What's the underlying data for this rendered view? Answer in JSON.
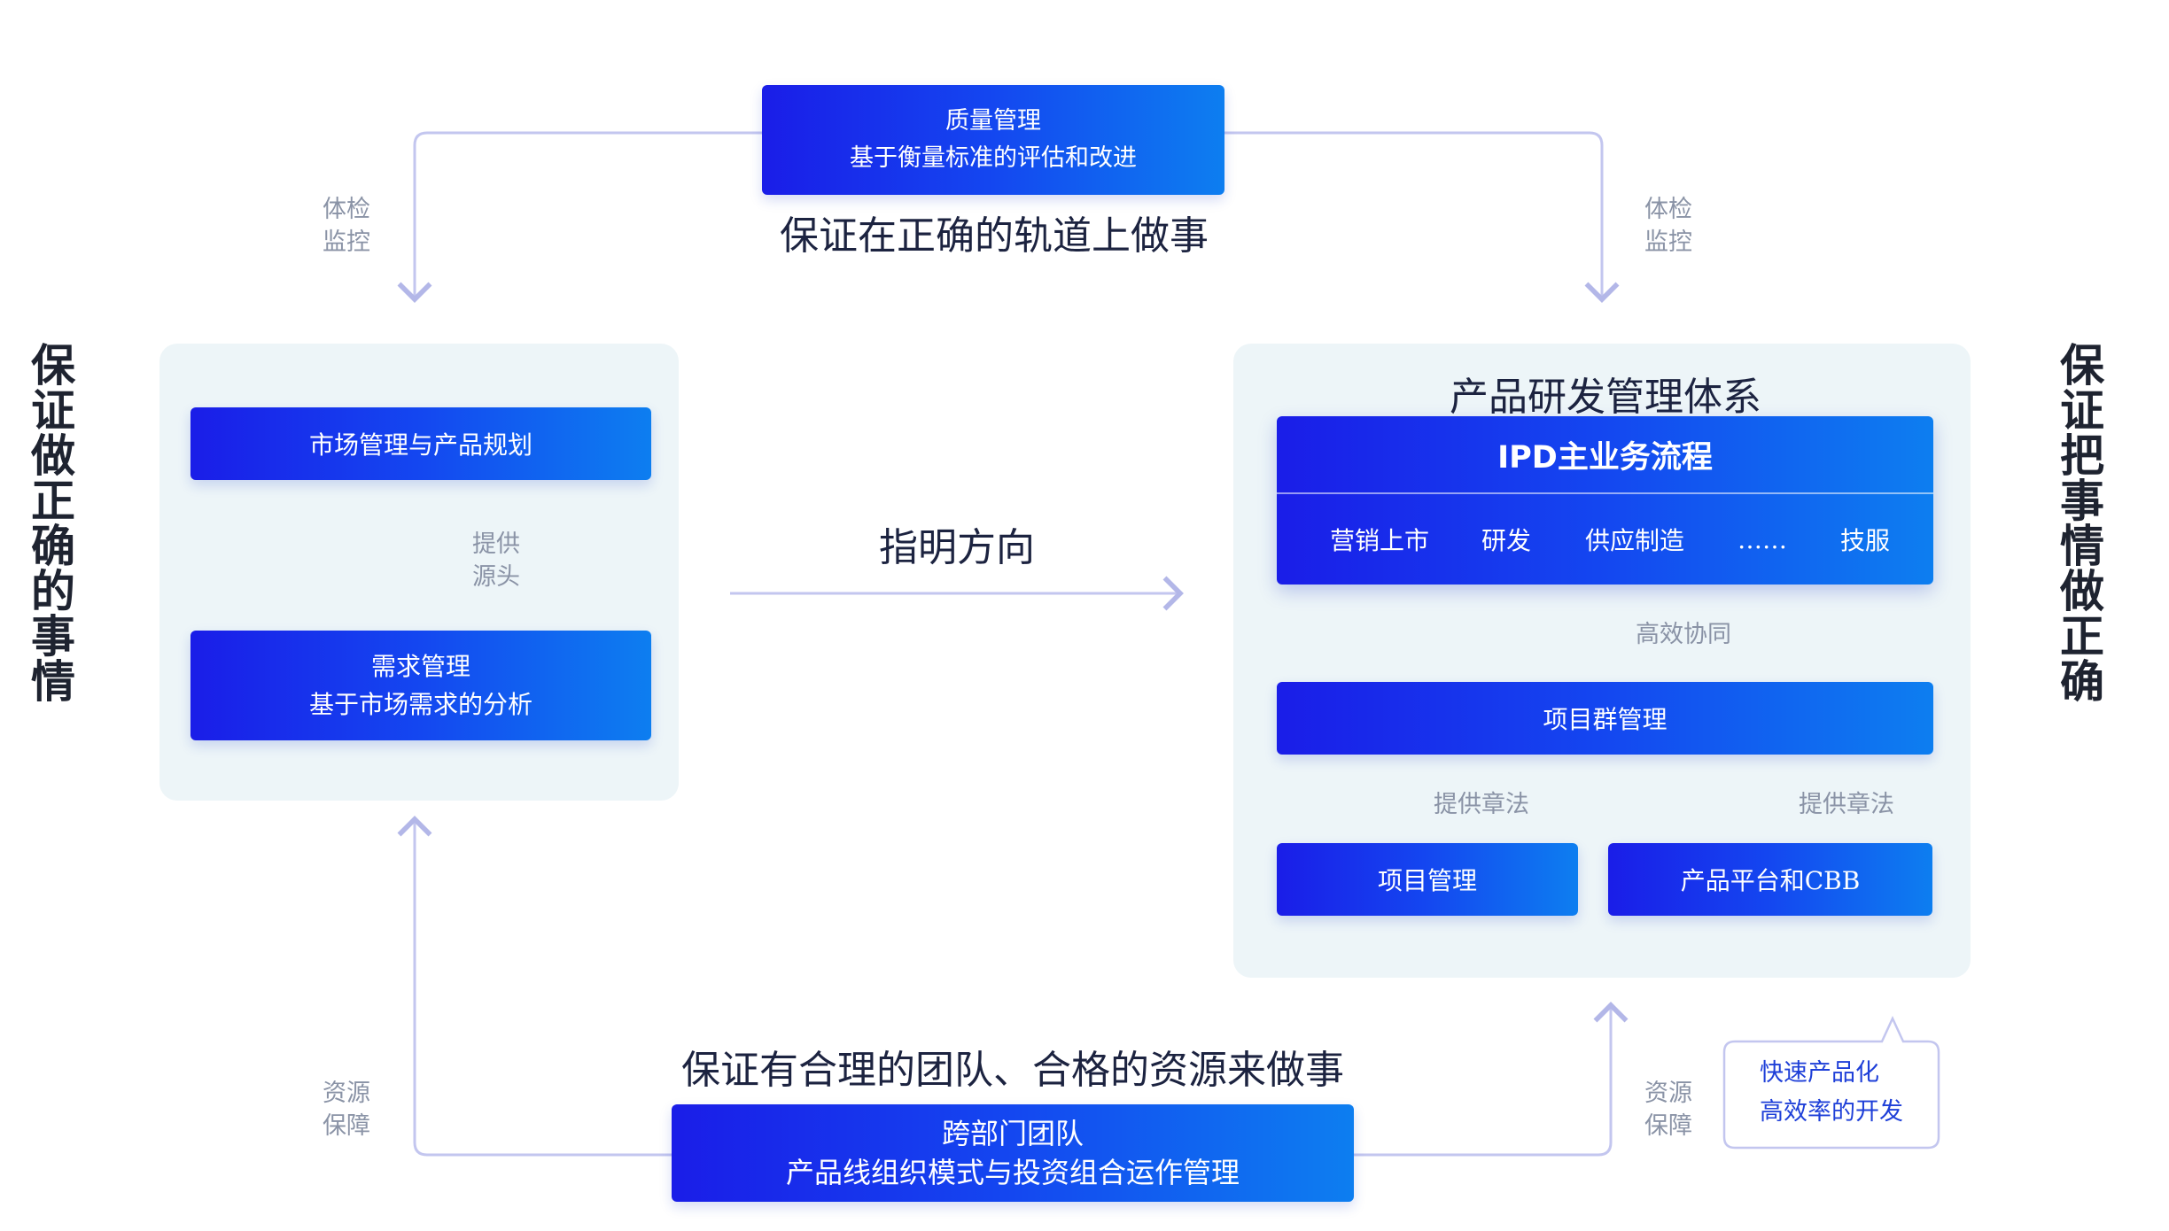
{
  "left_title": [
    "保",
    "证",
    "做",
    "正",
    "确",
    "的",
    "事",
    "情"
  ],
  "right_title": [
    "保",
    "证",
    "把",
    "事",
    "情",
    "做",
    "正",
    "确"
  ],
  "quality": {
    "line1": "质量管理",
    "line2": "基于衡量标准的评估和改进"
  },
  "top_caption": "保证在正确的轨道上做事",
  "monitor_left": {
    "line1": "体检",
    "line2": "监控"
  },
  "monitor_right": {
    "line1": "体检",
    "line2": "监控"
  },
  "left_panel": {
    "market": "市场管理与产品规划",
    "provide_label": {
      "line1": "提供",
      "line2": "源头"
    },
    "demand": {
      "line1": "需求管理",
      "line2": "基于市场需求的分析"
    }
  },
  "direction_label": "指明方向",
  "right_panel": {
    "title": "产品研发管理体系",
    "ipd_title": "IPD主业务流程",
    "ipd_items": [
      "营销上市",
      "研发",
      "供应制造",
      "……",
      "技服"
    ],
    "collab_label": "高效协同",
    "program": "项目群管理",
    "method_left": "提供章法",
    "method_right": "提供章法",
    "project": "项目管理",
    "platform": "产品平台和CBB"
  },
  "bottom_caption": "保证有合理的团队、合格的资源来做事",
  "resource_left": {
    "line1": "资源",
    "line2": "保障"
  },
  "resource_right": {
    "line1": "资源",
    "line2": "保障"
  },
  "team": {
    "line1": "跨部门团队",
    "line2": "产品线组织模式与投资组合运作管理"
  },
  "callout": {
    "line1": "快速产品化",
    "line2": "高效率的开发"
  }
}
